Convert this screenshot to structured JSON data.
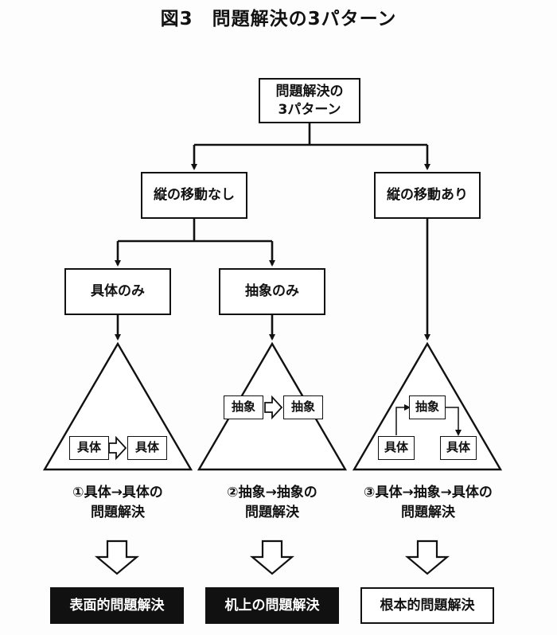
{
  "title": "図3　問題解決の3パターン",
  "root": {
    "line1": "問題解決の",
    "line2": "3パターン"
  },
  "level1": {
    "left": "縦の移動なし",
    "right": "縦の移動あり"
  },
  "level2": {
    "left": "具体のみ",
    "right": "抽象のみ"
  },
  "triangles": [
    {
      "from": "具体",
      "to": "具体"
    },
    {
      "from": "抽象",
      "to": "抽象"
    },
    {
      "top": "抽象",
      "bottom_left": "具体",
      "bottom_right": "具体"
    }
  ],
  "captions": [
    {
      "line1": "①具体→具体の",
      "line2": "問題解決"
    },
    {
      "line1": "②抽象→抽象の",
      "line2": "問題解決"
    },
    {
      "line1": "③具体→抽象→具体の",
      "line2": "問題解決"
    }
  ],
  "results": [
    "表面的問題解決",
    "机上の問題解決",
    "根本的問題解決"
  ]
}
